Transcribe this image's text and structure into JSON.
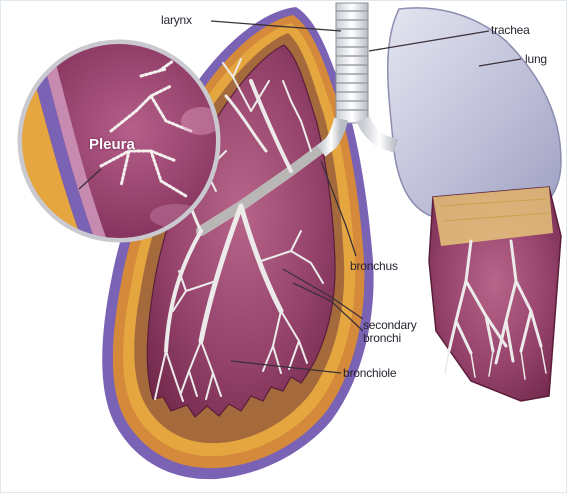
{
  "labels": {
    "larynx": "larynx",
    "trachea": "trachea",
    "lung": "lung",
    "pleura": "Pleura",
    "bronchus": "bronchus",
    "secondary_bronchi_line1": "secondary",
    "secondary_bronchi_line2": "bronchi",
    "bronchiole": "bronchiole"
  },
  "colors": {
    "lung_tissue": "#8e3d62",
    "pleura_outer": "#7a5fb0",
    "pleura_orange": "#e48a2a",
    "pleura_gold": "#d9a94a",
    "right_lung": "#c9c9e0",
    "airway": "#e9ecee",
    "leader_line": "#3a3038"
  }
}
